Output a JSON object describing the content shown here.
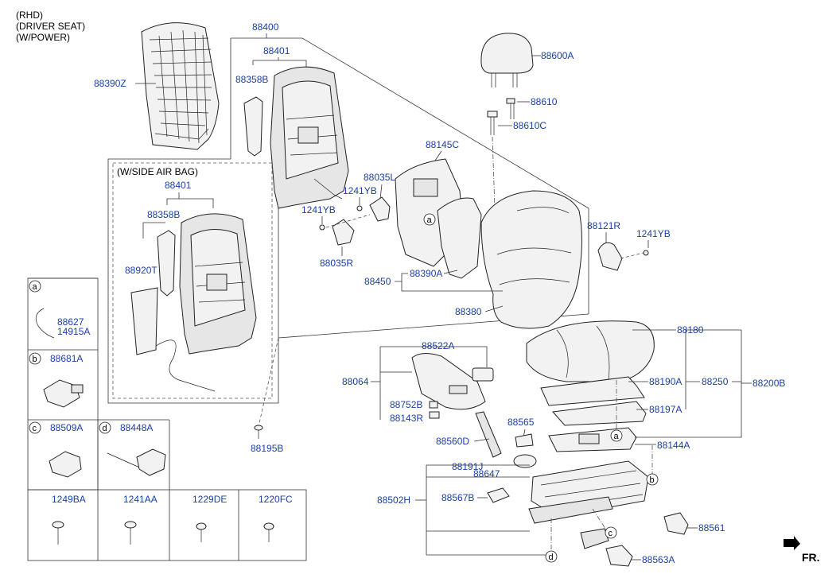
{
  "header": {
    "line1": "(RHD)",
    "line2": "(DRIVER SEAT)",
    "line3": "(W/POWER)"
  },
  "airbag_box": {
    "title": "(W/SIDE AIR BAG)"
  },
  "labels": {
    "p88400": "88400",
    "p88401": "88401",
    "p88358B": "88358B",
    "p88390Z": "88390Z",
    "p88401b": "88401",
    "p88358Bb": "88358B",
    "p88920T": "88920T",
    "p88600A": "88600A",
    "p88610": "88610",
    "p88610C": "88610C",
    "p88145C": "88145C",
    "p88035L": "88035L",
    "p1241YB_a": "1241YB",
    "p1241YB_b": "1241YB",
    "p88035R": "88035R",
    "p88121R": "88121R",
    "p1241YB_c": "1241YB",
    "p88450": "88450",
    "p88390A": "88390A",
    "p88380": "88380",
    "p88180": "88180",
    "p88522A": "88522A",
    "p88064": "88064",
    "p88752B": "88752B",
    "p88143R": "88143R",
    "p88190A": "88190A",
    "p88250": "88250",
    "p88200B": "88200B",
    "p88197A": "88197A",
    "p88565": "88565",
    "p88560D": "88560D",
    "p88144A": "88144A",
    "p88191J": "88191J",
    "p88647": "88647",
    "p88502H": "88502H",
    "p88567B": "88567B",
    "p88561": "88561",
    "p88563A": "88563A",
    "p88195B": "88195B"
  },
  "callouts": {
    "a": "a",
    "b": "b",
    "c": "c",
    "d": "d"
  },
  "legend": {
    "a": {
      "letter": "a",
      "parts": [
        "88627",
        "14915A"
      ]
    },
    "b": {
      "letter": "b",
      "part": "88681A"
    },
    "c": {
      "letter": "c",
      "part": "88509A"
    },
    "d": {
      "letter": "d",
      "part": "88448A"
    },
    "screws": [
      "1249BA",
      "1241AA",
      "1229DE",
      "1220FC"
    ]
  },
  "direction": {
    "text": "FR."
  }
}
